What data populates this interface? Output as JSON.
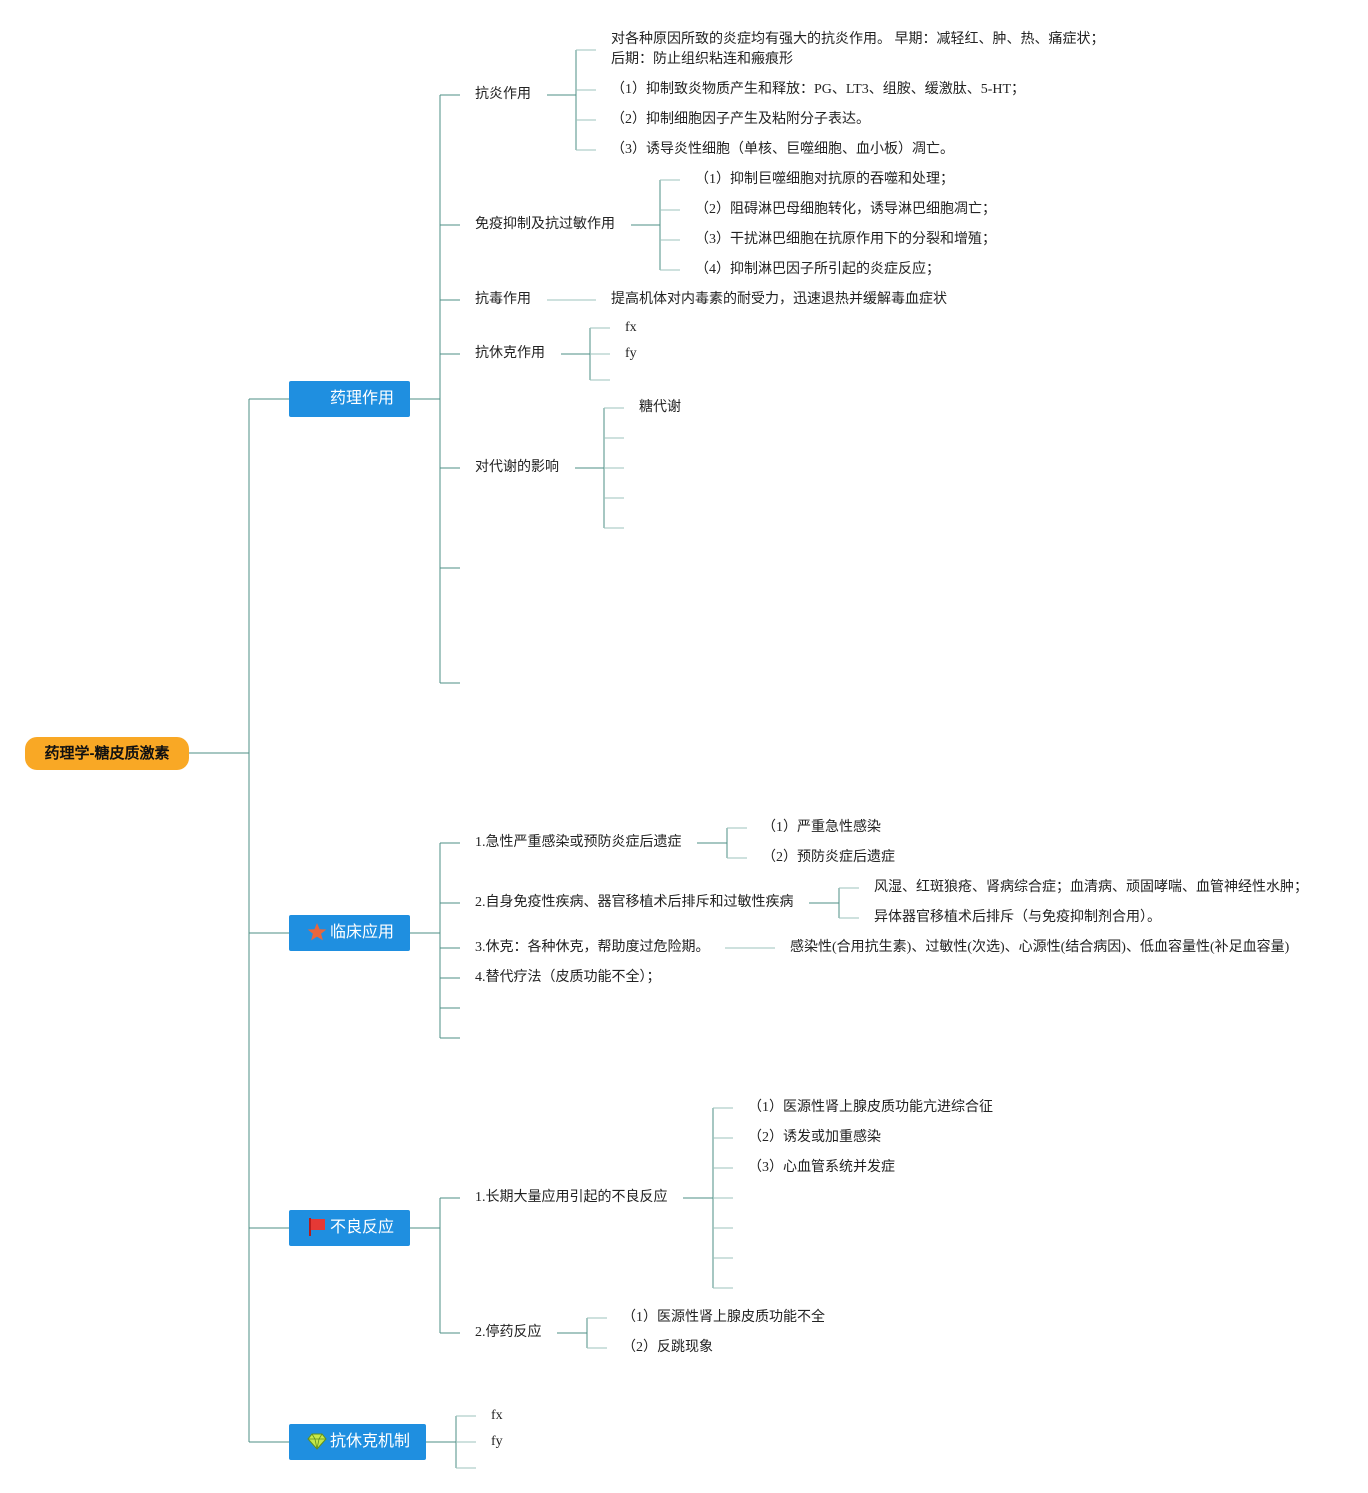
{
  "root": "药理学-糖皮质激素",
  "branches": {
    "pharm": {
      "label": "药理作用",
      "anti_inflam": {
        "label": "抗炎作用",
        "items": [
          "对各种原因所致的炎症均有强大的抗炎作用。 早期：减轻红、肿、热、痛症状；",
          "后期：防止组织粘连和瘢痕形",
          "（1）抑制致炎物质产生和释放：PG、LT3、组胺、缓激肽、5-HT；",
          "（2）抑制细胞因子产生及粘附分子表达。",
          "（3）诱导炎性细胞（单核、巨噬细胞、血小板）凋亡。"
        ]
      },
      "immuno": {
        "label": "免疫抑制及抗过敏作用",
        "items": [
          "（1）抑制巨噬细胞对抗原的吞噬和处理；",
          "（2）阻碍淋巴母细胞转化，诱导淋巴细胞凋亡；",
          "（3）干扰淋巴细胞在抗原作用下的分裂和增殖；",
          "（4）抑制淋巴因子所引起的炎症反应；"
        ]
      },
      "antitox": {
        "label": "抗毒作用",
        "items": [
          "提高机体对内毒素的耐受力，迅速退热并缓解毒血症状"
        ]
      },
      "antishock": {
        "label": "抗休克作用",
        "items": [
          "fx",
          "fy"
        ]
      },
      "metab": {
        "label": "对代谢的影响",
        "items": [
          "糖代谢"
        ]
      }
    },
    "clinical": {
      "label": "临床应用",
      "icon": "star-icon",
      "c1": {
        "label": "1.急性严重感染或预防炎症后遗症",
        "items": [
          "（1）严重急性感染",
          "（2）预防炎症后遗症"
        ]
      },
      "c2": {
        "label": "2.自身免疫性疾病、器官移植术后排斥和过敏性疾病",
        "items": [
          "风湿、红斑狼疮、肾病综合症；血清病、顽固哮喘、血管神经性水肿；",
          "异体器官移植术后排斥（与免疫抑制剂合用）。"
        ]
      },
      "c3": {
        "label": "3.休克：各种休克，帮助度过危险期。",
        "items": [
          "感染性(合用抗生素)、过敏性(次选)、心源性(结合病因)、低血容量性(补足血容量)"
        ]
      },
      "c4": {
        "label": "4.替代疗法（皮质功能不全）；"
      }
    },
    "adverse": {
      "label": "不良反应",
      "icon": "flag-icon",
      "a1": {
        "label": "1.长期大量应用引起的不良反应",
        "items": [
          "（1）医源性肾上腺皮质功能亢进综合征",
          "（2）诱发或加重感染",
          "（3）心血管系统并发症"
        ]
      },
      "a2": {
        "label": "2.停药反应",
        "items": [
          "（1）医源性肾上腺皮质功能不全",
          "（2）反跳现象"
        ]
      }
    },
    "mech": {
      "label": "抗休克机制",
      "icon": "diamond-icon",
      "items": [
        "fx",
        "fy"
      ]
    }
  },
  "colors": {
    "root_bg": "#f9a825",
    "main_bg": "#1f8fe0",
    "line": "#4d8f86"
  }
}
